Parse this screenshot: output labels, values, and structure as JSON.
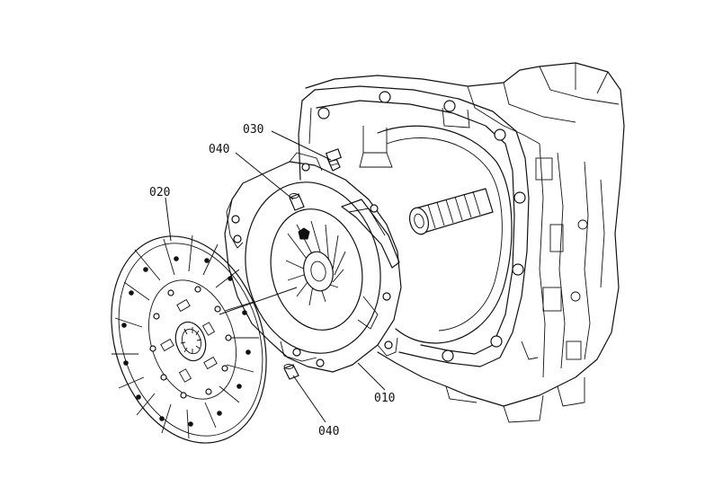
{
  "diagram": {
    "parts": [
      {
        "id": "030",
        "label": "030"
      },
      {
        "id": "040-upper",
        "label": "040"
      },
      {
        "id": "020",
        "label": "020"
      },
      {
        "id": "010",
        "label": "010"
      },
      {
        "id": "040-lower",
        "label": "040"
      }
    ]
  }
}
